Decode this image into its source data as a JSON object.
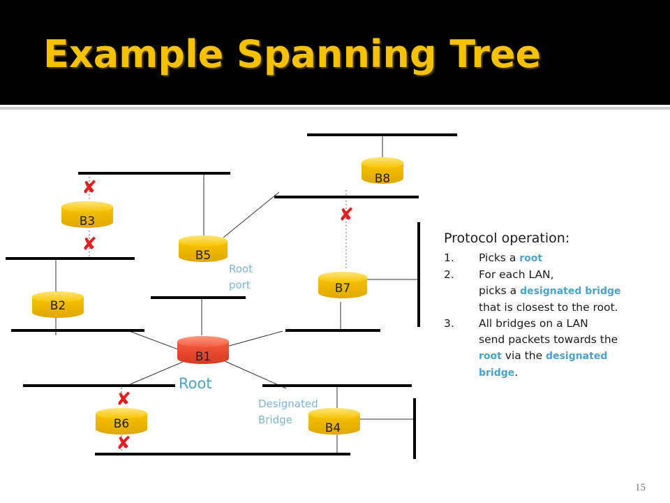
{
  "title": "Example Spanning Tree",
  "bridges": {
    "b1": "B1",
    "b2": "B2",
    "b3": "B3",
    "b4": "B4",
    "b5": "B5",
    "b6": "B6",
    "b7": "B7",
    "b8": "B8"
  },
  "root_label": "Root",
  "root_port_label": [
    "Root",
    "port"
  ],
  "designated_bridge_label": [
    "Designated",
    "Bridge"
  ],
  "blocked_mark": "✘",
  "protocol": {
    "heading": "Protocol operation:",
    "steps": [
      {
        "num": "1.",
        "line1_pre": "Picks a ",
        "line1_hl": "root"
      },
      {
        "num": "2.",
        "line1": "For each LAN,",
        "line2_pre": "picks a ",
        "line2_hl": "designated bridge",
        "line3": "that is closest to the root."
      },
      {
        "num": "3.",
        "line1": "All bridges on a LAN",
        "line2": "send packets towards the",
        "line3_hl1": "root",
        "line3_mid": " via the ",
        "line3_hl2": "designated",
        "line4_hl": "bridge",
        "line4_post": "."
      }
    ]
  },
  "page_number": "15",
  "colors": {
    "header_bg": "#000000",
    "title": "#f6c200",
    "bridge": "#f6c200",
    "root_bridge": "#e8402a",
    "blocked": "#e02020",
    "highlight": "#4aa3c8"
  }
}
